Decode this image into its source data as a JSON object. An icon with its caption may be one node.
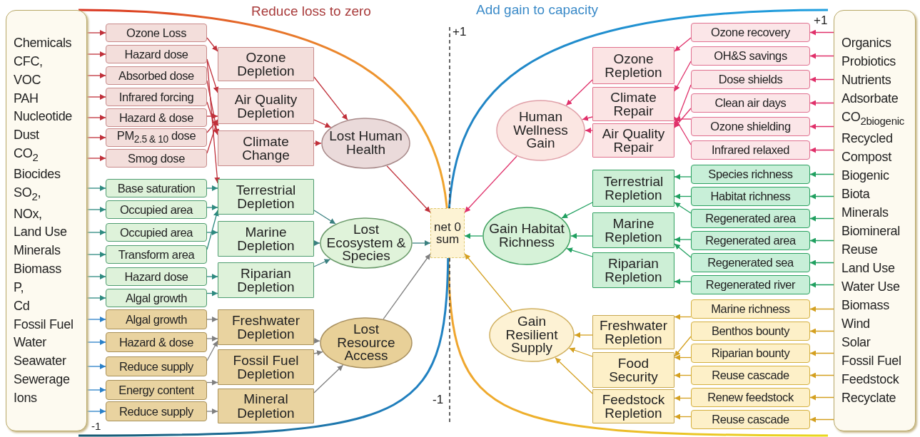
{
  "diagram": {
    "nodes": [
      {
        "text": [
          "Chemicals",
          "CFC,",
          "VOC",
          "PAH",
          "Nucleotide",
          "Dust",
          "CO$_{2}$",
          "Biocides",
          "SO$_{2}$,",
          "NOx,",
          "Land Use",
          "Minerals",
          "Biomass",
          "P,",
          "Cd",
          "Fossil Fuel",
          "Water",
          "Seawater",
          "Sewerage",
          "Ions"
        ]
      },
      {
        "text": [
          "Ozone Loss"
        ]
      },
      {
        "text": [
          "Hazard dose"
        ]
      },
      {
        "text": [
          "Absorbed dose"
        ]
      },
      {
        "text": [
          "Infrared forcing"
        ]
      },
      {
        "text": [
          "Hazard & dose"
        ]
      },
      {
        "text": [
          "PM$_{2.5 & 10}$ dose"
        ]
      },
      {
        "text": [
          "Smog dose"
        ]
      },
      {
        "text": [
          "Base saturation"
        ]
      },
      {
        "text": [
          "Occupied area"
        ]
      },
      {
        "text": [
          "Occupied area"
        ]
      },
      {
        "text": [
          "Transform area"
        ]
      },
      {
        "text": [
          "Hazard dose"
        ]
      },
      {
        "text": [
          "Algal growth"
        ]
      },
      {
        "text": [
          "Algal growth"
        ]
      },
      {
        "text": [
          "Hazard & dose"
        ]
      },
      {
        "text": [
          "Reduce supply"
        ]
      },
      {
        "text": [
          "Energy content"
        ]
      },
      {
        "text": [
          "Reduce supply"
        ]
      },
      {
        "text": [
          "Ozone Depletion"
        ]
      },
      {
        "text": [
          "Air Quality Depletion"
        ]
      },
      {
        "text": [
          "Climate Change"
        ]
      },
      {
        "text": [
          "Terrestrial Depletion"
        ]
      },
      {
        "text": [
          "Marine Depletion"
        ]
      },
      {
        "text": [
          "Riparian Depletion"
        ]
      },
      {
        "text": [
          "Freshwater Depletion"
        ]
      },
      {
        "text": [
          "Fossil Fuel Depletion"
        ]
      },
      {
        "text": [
          "Mineral Depletion"
        ]
      },
      {
        "text": [
          "Lost Human Health"
        ]
      },
      {
        "text": [
          "Lost Ecosystem & Species"
        ]
      },
      {
        "text": [
          "Lost Resource Access"
        ]
      },
      {
        "text": [
          "net 0 sum"
        ]
      },
      {
        "text": [
          "Human Wellness Gain"
        ]
      },
      {
        "text": [
          "Gain Habitat Richness"
        ]
      },
      {
        "text": [
          "Gain Resilient Supply"
        ]
      },
      {
        "text": [
          "Ozone Repletion"
        ]
      },
      {
        "text": [
          "Climate Repair"
        ]
      },
      {
        "text": [
          "Air Quality Repair"
        ]
      },
      {
        "text": [
          "Terrestrial Repletion"
        ]
      },
      {
        "text": [
          "Marine Repletion"
        ]
      },
      {
        "text": [
          "Riparian Repletion"
        ]
      },
      {
        "text": [
          "Freshwater Repletion"
        ]
      },
      {
        "text": [
          "Food Security"
        ]
      },
      {
        "text": [
          "Feedstock Repletion"
        ]
      },
      {
        "text": [
          "Ozone recovery"
        ]
      },
      {
        "text": [
          "OH&S savings"
        ]
      },
      {
        "text": [
          "Dose shields"
        ]
      },
      {
        "text": [
          "Clean air days"
        ]
      },
      {
        "text": [
          "Ozone shielding"
        ]
      },
      {
        "text": [
          "Infrared relaxed"
        ]
      },
      {
        "text": [
          "Species richness"
        ]
      },
      {
        "text": [
          "Habitat richness"
        ]
      },
      {
        "text": [
          "Regenerated area"
        ]
      },
      {
        "text": [
          "Regenerated area"
        ]
      },
      {
        "text": [
          "Regenerated sea"
        ]
      },
      {
        "text": [
          "Regenerated river"
        ]
      },
      {
        "text": [
          "Marine richness"
        ]
      },
      {
        "text": [
          "Benthos bounty"
        ]
      },
      {
        "text": [
          "Riparian bounty"
        ]
      },
      {
        "text": [
          "Reuse cascade"
        ]
      },
      {
        "text": [
          "Renew feedstock"
        ]
      },
      {
        "text": [
          "Reuse cascade"
        ]
      },
      {
        "text": [
          "Organics",
          "Probiotics",
          "Nutrients",
          "Adsorbate",
          "CO$_{2biogenic}$",
          "Recycled",
          "Compost",
          "Biogenic",
          "Biota",
          "Minerals",
          "Biomineral",
          "Reuse",
          "Land Use",
          "Water Use",
          "Biomass",
          "Wind",
          "Solar",
          "Fossil Fuel",
          "Feedstock",
          "Recyclate"
        ]
      }
    ],
    "edges": [
      {
        "from": 0,
        "to": 1,
        "arrow": "to",
        "color": "#c0303a"
      },
      {
        "from": 0,
        "to": 2,
        "arrow": "to",
        "color": "#c0303a"
      },
      {
        "from": 0,
        "to": 3,
        "arrow": "to",
        "color": "#c0303a"
      },
      {
        "from": 0,
        "to": 4,
        "arrow": "to",
        "color": "#c0303a"
      },
      {
        "from": 0,
        "to": 5,
        "arrow": "to",
        "color": "#c0303a"
      },
      {
        "from": 0,
        "to": 6,
        "arrow": "to",
        "color": "#c0303a"
      },
      {
        "from": 0,
        "to": 7,
        "arrow": "to",
        "color": "#c0303a"
      },
      {
        "from": 0,
        "to": 8,
        "arrow": "to",
        "color": "#2e8a80"
      },
      {
        "from": 0,
        "to": 9,
        "arrow": "to",
        "color": "#2e8a80"
      },
      {
        "from": 0,
        "to": 10,
        "arrow": "to",
        "color": "#2e8a80"
      },
      {
        "from": 0,
        "to": 11,
        "arrow": "to",
        "color": "#2e8a80"
      },
      {
        "from": 0,
        "to": 12,
        "arrow": "to",
        "color": "#2e8a80"
      },
      {
        "from": 0,
        "to": 13,
        "arrow": "to",
        "color": "#2e8a80"
      },
      {
        "from": 0,
        "to": 14,
        "arrow": "to",
        "color": "#2a80c8"
      },
      {
        "from": 0,
        "to": 15,
        "arrow": "to",
        "color": "#2a80c8"
      },
      {
        "from": 0,
        "to": 16,
        "arrow": "to",
        "color": "#2a80c8"
      },
      {
        "from": 0,
        "to": 17,
        "arrow": "to",
        "color": "#2a80c8"
      },
      {
        "from": 0,
        "to": 18,
        "arrow": "to",
        "color": "#2a80c8"
      },
      {
        "from": 1,
        "to": 19,
        "arrow": "to",
        "color": "#c0303a"
      },
      {
        "from": 2,
        "to": 20,
        "arrow": "to",
        "color": "#c0303a"
      },
      {
        "from": 2,
        "to": 22,
        "arrow": "to",
        "color": "#c0303a"
      },
      {
        "from": 3,
        "to": 21,
        "arrow": "to",
        "color": "#c0303a"
      },
      {
        "from": 4,
        "to": 21,
        "arrow": "to",
        "color": "#c0303a"
      },
      {
        "from": 5,
        "to": 20,
        "arrow": "to",
        "color": "#c0303a"
      },
      {
        "from": 6,
        "to": 20,
        "arrow": "to",
        "color": "#c0303a"
      },
      {
        "from": 7,
        "to": 20,
        "arrow": "to",
        "color": "#c0303a"
      },
      {
        "from": 8,
        "to": 22,
        "arrow": "to",
        "color": "#2e8a80"
      },
      {
        "from": 9,
        "to": 22,
        "arrow": "to",
        "color": "#2e8a80"
      },
      {
        "from": 10,
        "to": 23,
        "arrow": "to",
        "color": "#2e8a80"
      },
      {
        "from": 11,
        "to": 22,
        "arrow": "to",
        "color": "#2e8a80"
      },
      {
        "from": 12,
        "to": 24,
        "arrow": "to",
        "color": "#2e8a80"
      },
      {
        "from": 13,
        "to": 24,
        "arrow": "to",
        "color": "#2e8a80"
      },
      {
        "from": 14,
        "to": 25,
        "arrow": "to",
        "color": "#808080"
      },
      {
        "from": 15,
        "to": 25,
        "arrow": "to",
        "color": "#808080"
      },
      {
        "from": 16,
        "to": 25,
        "arrow": "to",
        "color": "#808080"
      },
      {
        "from": 17,
        "to": 26,
        "arrow": "to",
        "color": "#808080"
      },
      {
        "from": 18,
        "to": 27,
        "arrow": "to",
        "color": "#808080"
      },
      {
        "from": 19,
        "to": 28,
        "arrow": "to",
        "color": "#c0303a"
      },
      {
        "from": 20,
        "to": 28,
        "arrow": "to",
        "color": "#c0303a"
      },
      {
        "from": 21,
        "to": 28,
        "arrow": "to",
        "color": "#c0303a"
      },
      {
        "from": 22,
        "to": 29,
        "arrow": "to",
        "color": "#3a8080"
      },
      {
        "from": 23,
        "to": 29,
        "arrow": "to",
        "color": "#3a8080"
      },
      {
        "from": 24,
        "to": 29,
        "arrow": "to",
        "color": "#3a8080"
      },
      {
        "from": 25,
        "to": 30,
        "arrow": "to",
        "color": "#808080"
      },
      {
        "from": 26,
        "to": 30,
        "arrow": "to",
        "color": "#808080"
      },
      {
        "from": 27,
        "to": 30,
        "arrow": "to",
        "color": "#808080"
      },
      {
        "from": 28,
        "to": 31,
        "arrow": "to",
        "color": "#c0303a"
      },
      {
        "from": 29,
        "to": 31,
        "arrow": "to",
        "color": "#3a8080"
      },
      {
        "from": 30,
        "to": 31,
        "arrow": "to",
        "color": "#808080"
      },
      {
        "from": 32,
        "to": 31,
        "arrow": "to",
        "color": "#e0306a"
      },
      {
        "from": 33,
        "to": 31,
        "arrow": "to",
        "color": "#20a060"
      },
      {
        "from": 34,
        "to": 31,
        "arrow": "to",
        "color": "#d4a020"
      },
      {
        "from": 35,
        "to": 32,
        "arrow": "to",
        "color": "#e0306a"
      },
      {
        "from": 36,
        "to": 32,
        "arrow": "to",
        "color": "#e0306a"
      },
      {
        "from": 37,
        "to": 32,
        "arrow": "to",
        "color": "#e0306a"
      },
      {
        "from": 38,
        "to": 33,
        "arrow": "to",
        "color": "#20a060"
      },
      {
        "from": 39,
        "to": 33,
        "arrow": "to",
        "color": "#20a060"
      },
      {
        "from": 40,
        "to": 33,
        "arrow": "to",
        "color": "#20a060"
      },
      {
        "from": 41,
        "to": 34,
        "arrow": "to",
        "color": "#d4a020"
      },
      {
        "from": 42,
        "to": 34,
        "arrow": "to",
        "color": "#d4a020"
      },
      {
        "from": 43,
        "to": 34,
        "arrow": "to",
        "color": "#d4a020"
      },
      {
        "from": 44,
        "to": 35,
        "arrow": "to",
        "color": "#e0306a"
      },
      {
        "from": 45,
        "to": 36,
        "arrow": "to",
        "color": "#e0306a"
      },
      {
        "from": 46,
        "to": 37,
        "arrow": "to",
        "color": "#e0306a"
      },
      {
        "from": 47,
        "to": 37,
        "arrow": "to",
        "color": "#e0306a"
      },
      {
        "from": 48,
        "to": 36,
        "arrow": "to",
        "color": "#e0306a"
      },
      {
        "from": 49,
        "to": 36,
        "arrow": "to",
        "color": "#e0306a"
      },
      {
        "from": 50,
        "to": 38,
        "arrow": "to",
        "color": "#20a060"
      },
      {
        "from": 51,
        "to": 38,
        "arrow": "to",
        "color": "#20a060"
      },
      {
        "from": 52,
        "to": 38,
        "arrow": "to",
        "color": "#20a060"
      },
      {
        "from": 53,
        "to": 39,
        "arrow": "to",
        "color": "#20a060"
      },
      {
        "from": 54,
        "to": 39,
        "arrow": "to",
        "color": "#20a060"
      },
      {
        "from": 55,
        "to": 40,
        "arrow": "to",
        "color": "#20a060"
      },
      {
        "from": 56,
        "to": 41,
        "arrow": "to",
        "color": "#d4a020"
      },
      {
        "from": 57,
        "to": 42,
        "arrow": "to",
        "color": "#d4a020"
      },
      {
        "from": 58,
        "to": 42,
        "arrow": "to",
        "color": "#d4a020"
      },
      {
        "from": 59,
        "to": 42,
        "arrow": "to",
        "color": "#d4a020"
      },
      {
        "from": 60,
        "to": 43,
        "arrow": "to",
        "color": "#d4a020"
      },
      {
        "from": 61,
        "to": 43,
        "arrow": "to",
        "color": "#d4a020"
      },
      {
        "from": 62,
        "to": 44,
        "arrow": "to",
        "color": "#e0306a"
      },
      {
        "from": 62,
        "to": 45,
        "arrow": "to",
        "color": "#e0306a"
      },
      {
        "from": 62,
        "to": 46,
        "arrow": "to",
        "color": "#e0306a"
      },
      {
        "from": 62,
        "to": 47,
        "arrow": "to",
        "color": "#e0306a"
      },
      {
        "from": 62,
        "to": 48,
        "arrow": "to",
        "color": "#e0306a"
      },
      {
        "from": 62,
        "to": 49,
        "arrow": "to",
        "color": "#e0306a"
      },
      {
        "from": 62,
        "to": 50,
        "arrow": "to",
        "color": "#20a060"
      },
      {
        "from": 62,
        "to": 51,
        "arrow": "to",
        "color": "#20a060"
      },
      {
        "from": 62,
        "to": 52,
        "arrow": "to",
        "color": "#20a060"
      },
      {
        "from": 62,
        "to": 53,
        "arrow": "to",
        "color": "#20a060"
      },
      {
        "from": 62,
        "to": 54,
        "arrow": "to",
        "color": "#20a060"
      },
      {
        "from": 62,
        "to": 55,
        "arrow": "to",
        "color": "#20a060"
      },
      {
        "from": 62,
        "to": 56,
        "arrow": "to",
        "color": "#d4a020"
      },
      {
        "from": 62,
        "to": 57,
        "arrow": "to",
        "color": "#d4a020"
      },
      {
        "from": 62,
        "to": 58,
        "arrow": "to",
        "color": "#d4a020"
      },
      {
        "from": 62,
        "to": 59,
        "arrow": "to",
        "color": "#d4a020"
      },
      {
        "from": 62,
        "to": 60,
        "arrow": "to",
        "color": "#d4a020"
      },
      {
        "from": 62,
        "to": 61,
        "arrow": "to",
        "color": "#d4a020"
      }
    ],
    "labels": [
      "Reduce loss to zero",
      "Add gain to capacity",
      "+1",
      "+1",
      "-1",
      "-1"
    ]
  }
}
